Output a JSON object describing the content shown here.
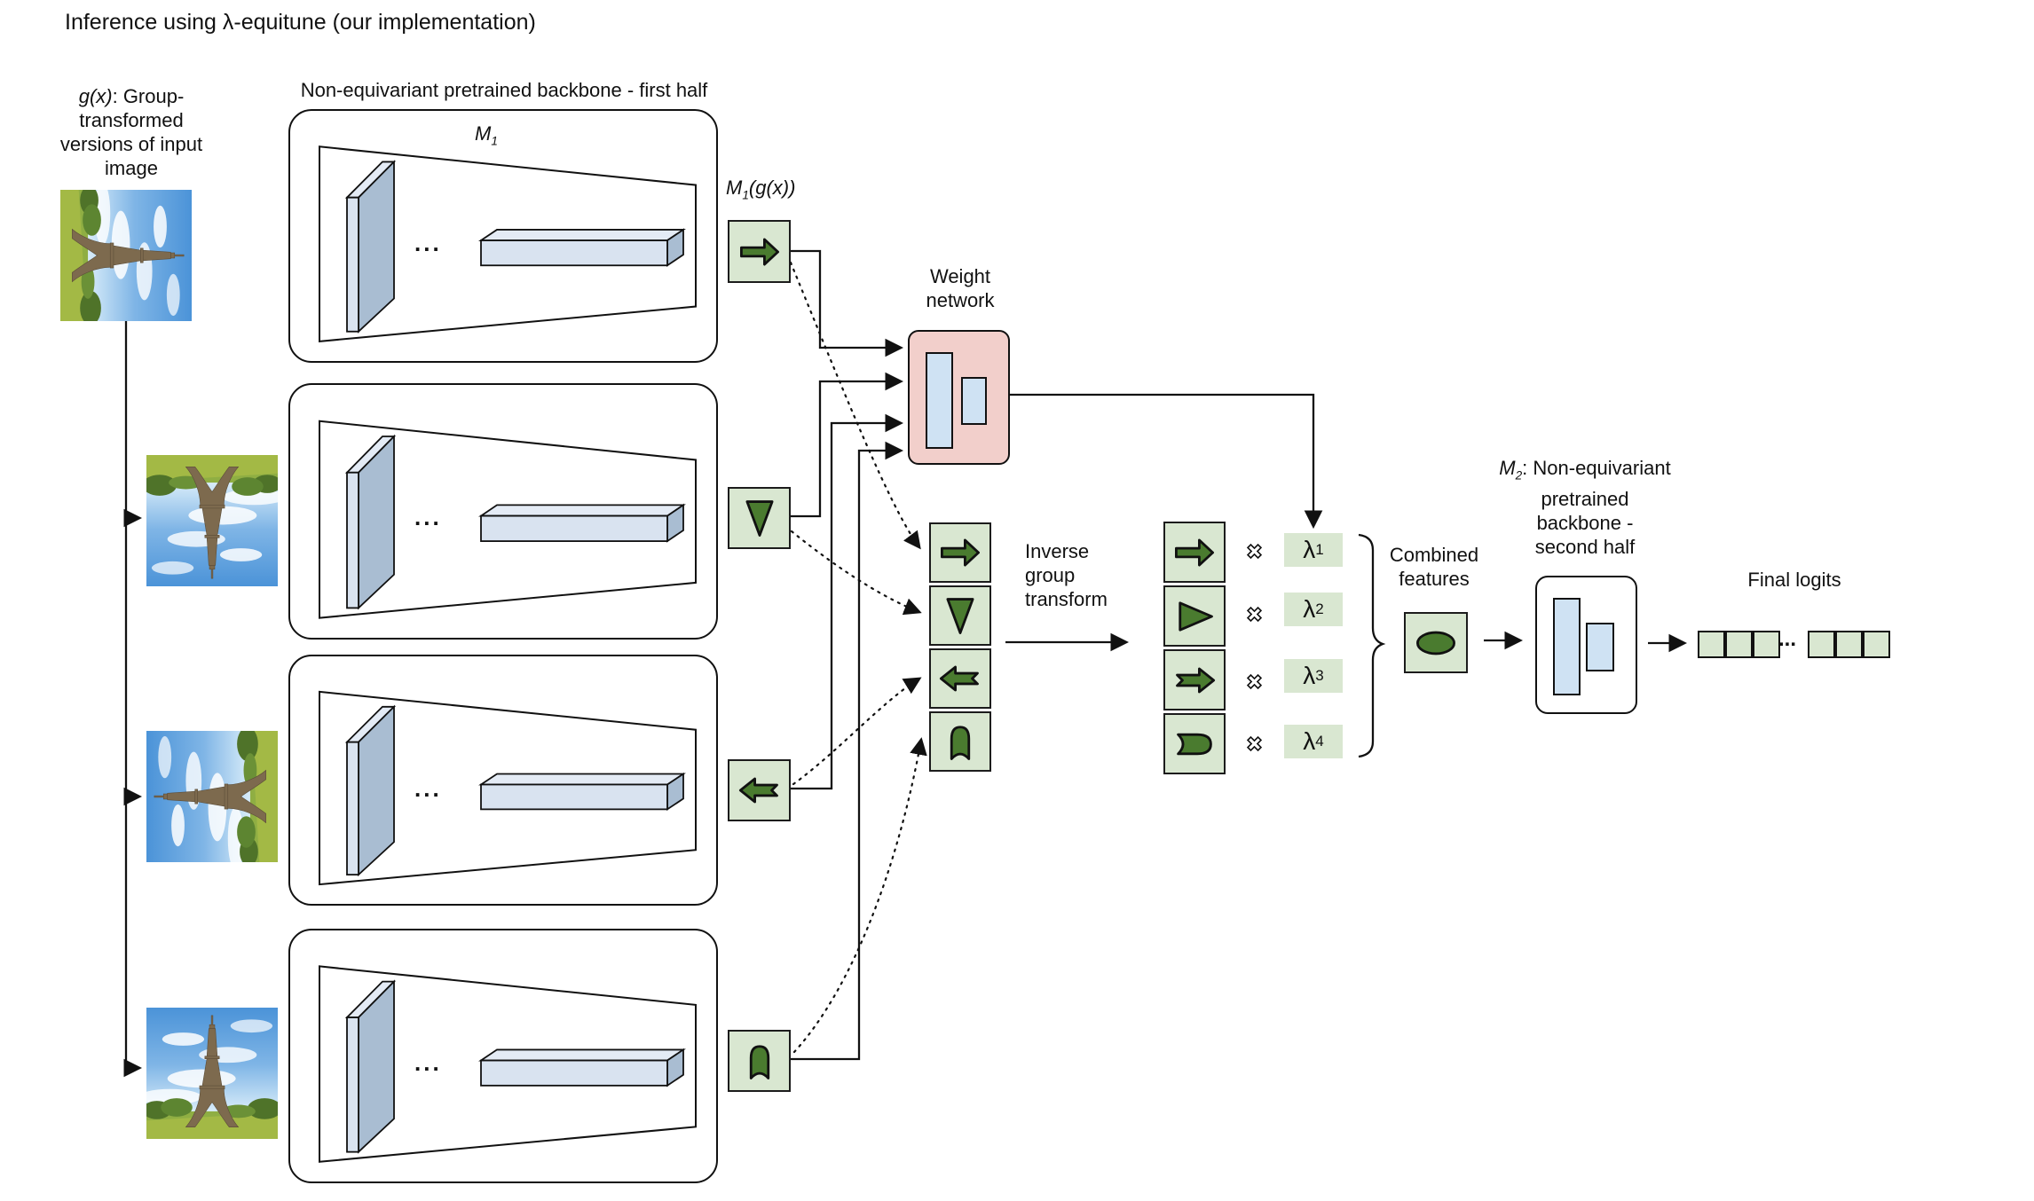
{
  "title": "Inference using λ-equitune (our implementation)",
  "left_panel": {
    "gx": "g(x)",
    "label_rest": ": Group-\ntransformed\nversions of input\nimage",
    "images": [
      "eiffel-rotated-90cw",
      "eiffel-rotated-180",
      "eiffel-rotated-90ccw",
      "eiffel-upright"
    ]
  },
  "backbone_first": {
    "header": "Non-equivariant pretrained backbone - first half",
    "m1_base": "M",
    "m1_sub": "1",
    "dots": "..."
  },
  "m1gx": {
    "base": "M",
    "sub": "1",
    "rest": "(g(x))"
  },
  "weight_network": {
    "label": "Weight\nnetwork"
  },
  "inverse": {
    "label": "Inverse\ngroup\ntransform"
  },
  "lambdas": [
    {
      "base": "λ",
      "sub": "1"
    },
    {
      "base": "λ",
      "sub": "2"
    },
    {
      "base": "λ",
      "sub": "3"
    },
    {
      "base": "λ",
      "sub": "4"
    }
  ],
  "combined": {
    "label": "Combined\nfeatures"
  },
  "m2": {
    "base": "M",
    "sub": "2",
    "line1_rest": ": Non-equivariant",
    "rest": "pretrained\nbackbone -\nsecond half"
  },
  "final_logits": {
    "label": "Final logits",
    "dots": "..."
  },
  "icons": {
    "feature_in": [
      "#icon-arrow-right",
      "#icon-triangle-down",
      "#icon-arrow-left-notch",
      "#icon-arch-up"
    ],
    "stack_in": [
      "#icon-arrow-right",
      "#icon-triangle-down",
      "#icon-arrow-left-notch",
      "#icon-arch-up"
    ],
    "stack_out": [
      "#icon-arrow-right",
      "#icon-triangle-right",
      "#icon-arrow-right-notch",
      "#icon-arch-right"
    ],
    "multiply": "#icon-cross",
    "combined_blob": "#icon-ellipse-blob",
    "eiffel": "#icon-eiffel"
  },
  "colors": {
    "light_green": "#d9e7d1",
    "dark_green": "#4a7b2f",
    "pink": "#f2cfcb",
    "light_blue": "#cfe2f3",
    "slab_front": "#d9e3f0",
    "slab_side": "#a9bdd2",
    "slab_top": "#e4ebf5"
  }
}
